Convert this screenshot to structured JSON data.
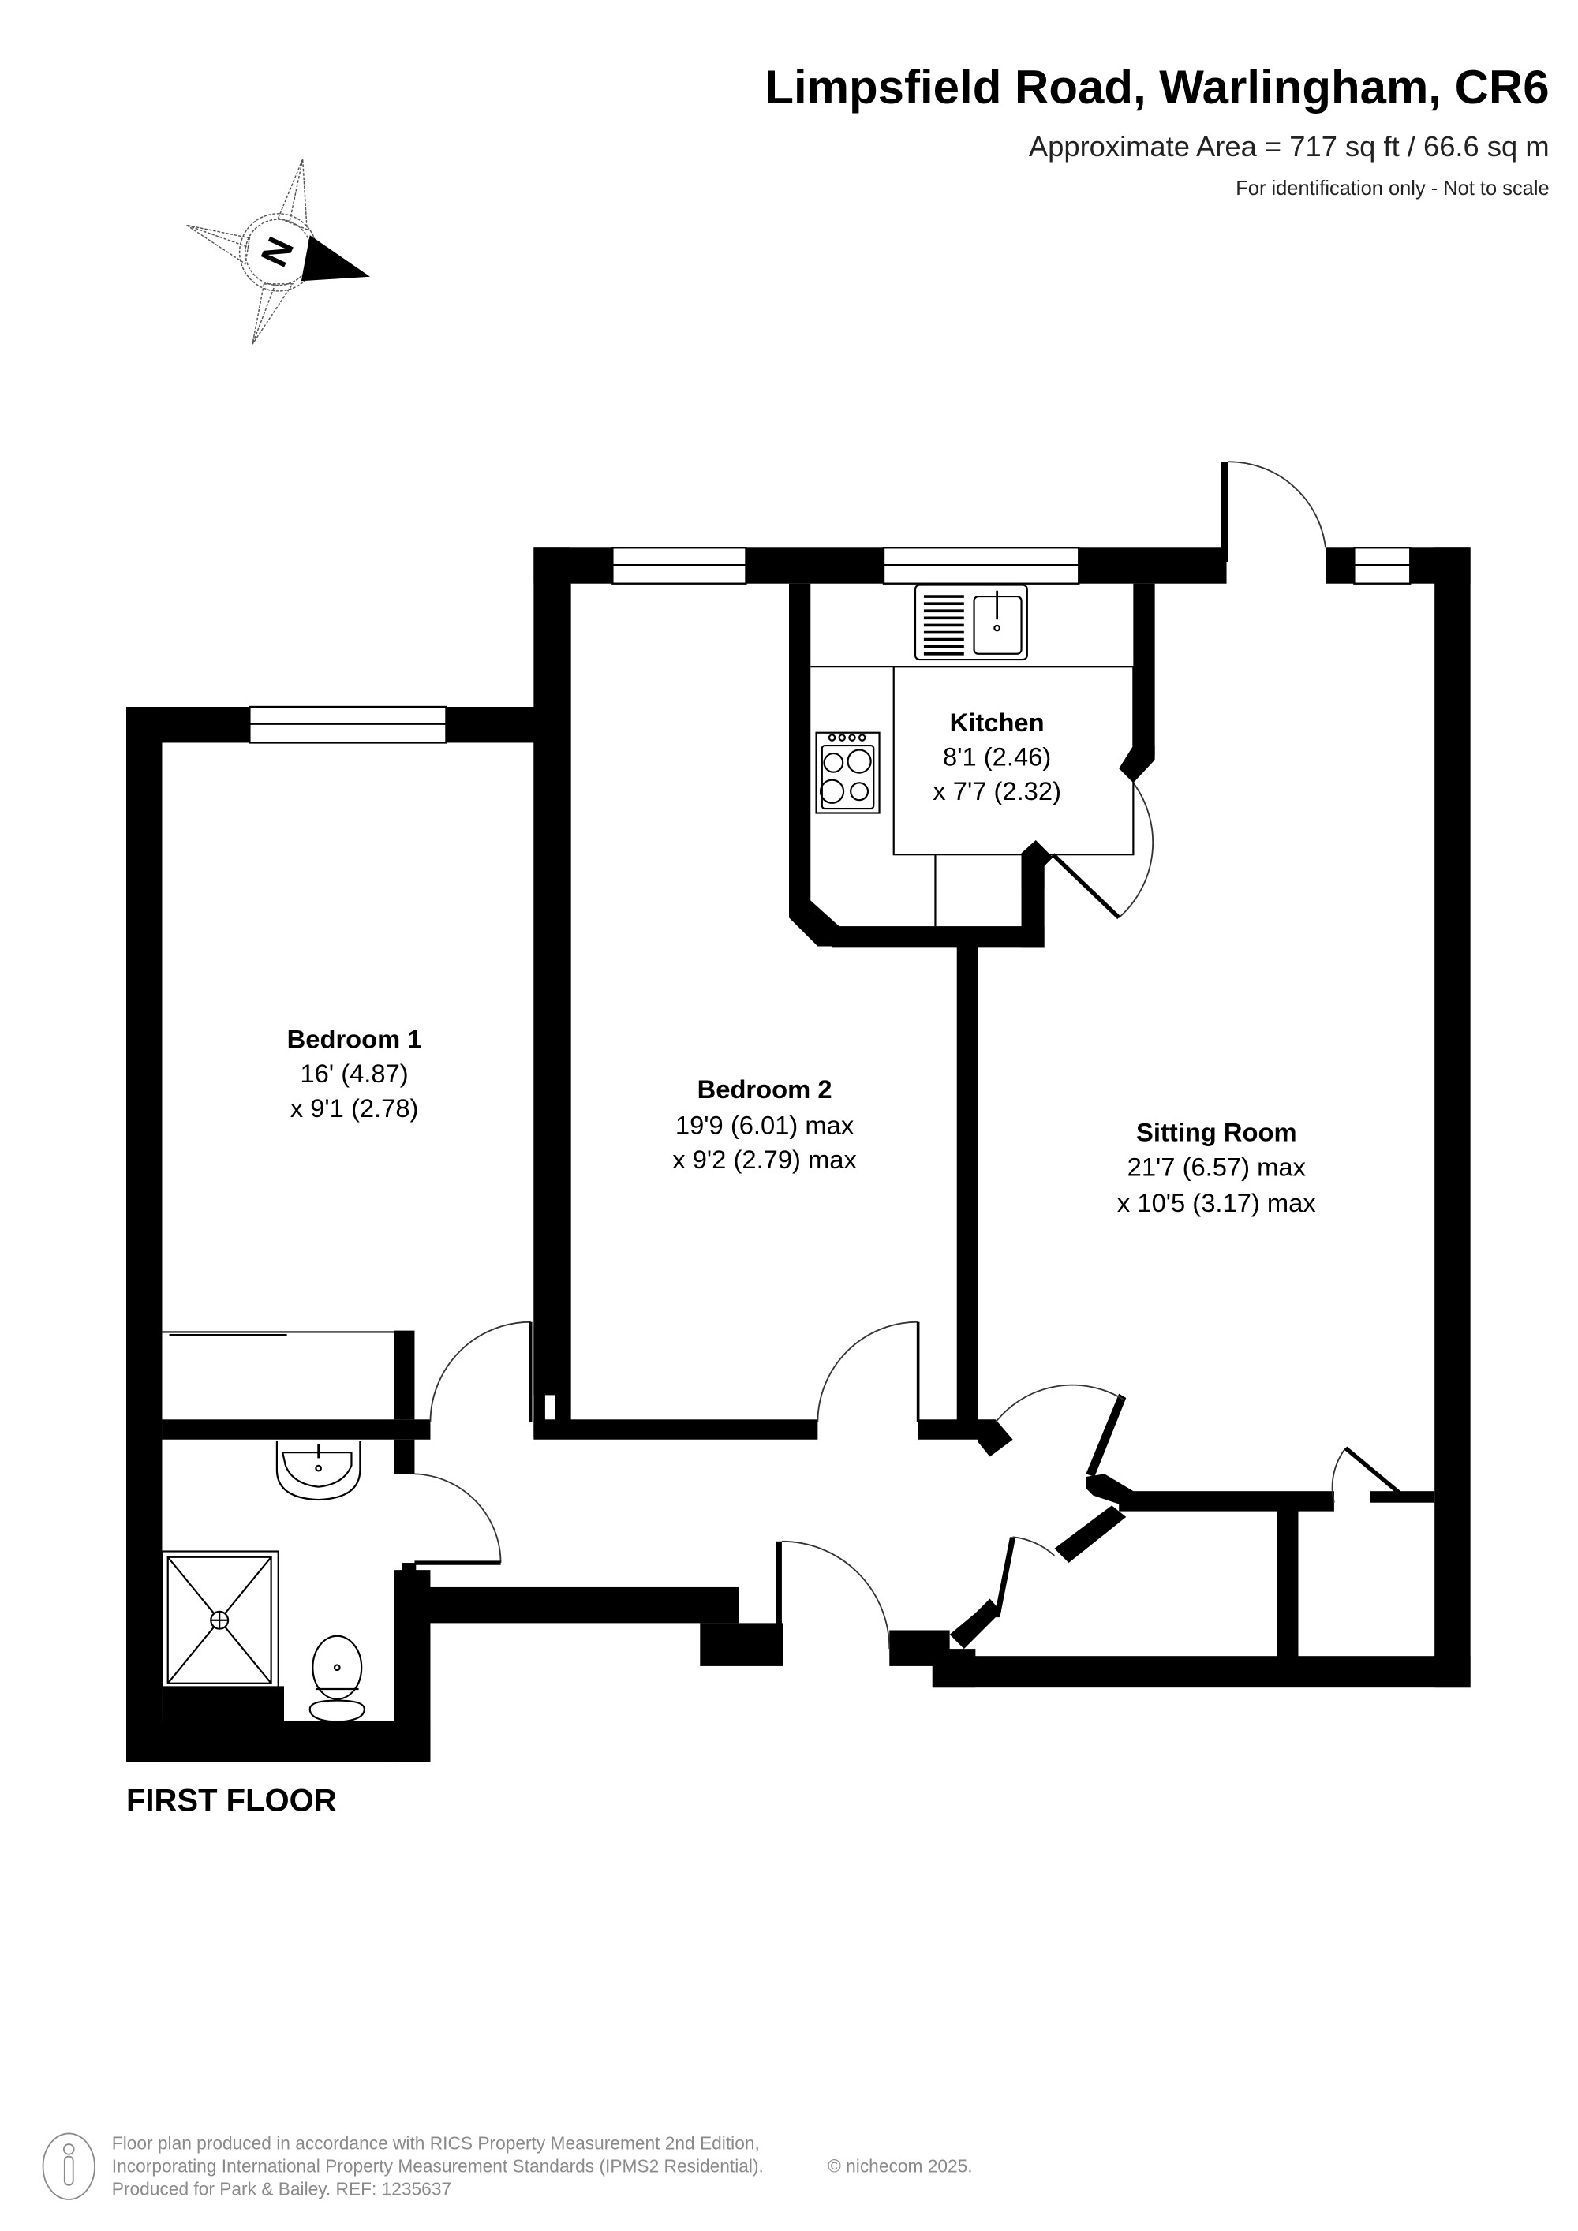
{
  "header": {
    "title": "Limpsfield Road, Warlingham, CR6",
    "area": "Approximate Area = 717 sq ft / 66.6 sq m",
    "note": "For identification only - Not to scale"
  },
  "compass": {
    "icon": "compass-north-icon",
    "letter": "N"
  },
  "rooms": [
    {
      "name": "Kitchen",
      "dim1": "8'1 (2.46)",
      "dim2": "x 7'7 (2.32)"
    },
    {
      "name": "Bedroom 1",
      "dim1": "16' (4.87)",
      "dim2": "x 9'1 (2.78)"
    },
    {
      "name": "Bedroom 2",
      "dim1": "19'9 (6.01) max",
      "dim2": "x 9'2 (2.79) max"
    },
    {
      "name": "Sitting Room",
      "dim1": "21'7 (6.57) max",
      "dim2": "x 10'5 (3.17) max"
    }
  ],
  "floor_label": "FIRST FLOOR",
  "fixtures": [
    "sink-icon",
    "hob-icon",
    "basin-icon",
    "shower-tray-icon",
    "toilet-icon"
  ],
  "footer": {
    "line1": "Floor plan produced in accordance with RICS Property Measurement 2nd Edition,",
    "line2": "Incorporating International Property Measurement Standards (IPMS2 Residential).",
    "copyright": "© nichecom 2025.",
    "line3": "Produced for Park & Bailey.   REF: 1235637",
    "icon": "person-info-icon"
  }
}
